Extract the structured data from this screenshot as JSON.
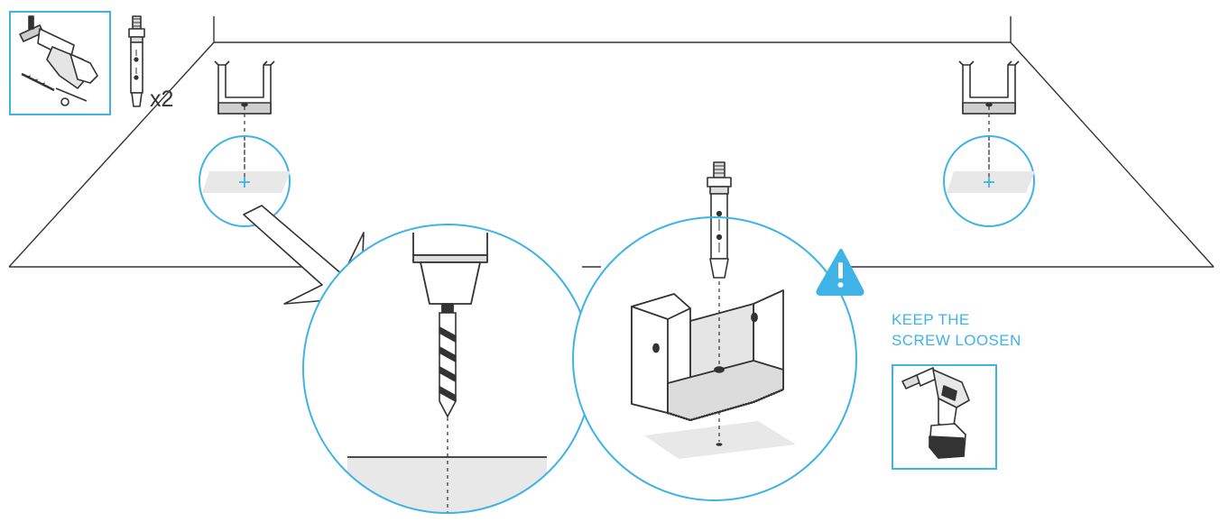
{
  "kit": {
    "anchor_quantity": "x2",
    "tools_icon": "hammer-drill-with-bit-icon",
    "anchor_icon": "expansion-anchor-bolt-icon"
  },
  "warning": {
    "icon": "warning-triangle-icon",
    "line1": "KEEP THE",
    "line2": "SCREW LOOSEN",
    "tool_icon": "cordless-drill-icon"
  },
  "colors": {
    "accent": "#3fb3e6",
    "line": "#333333",
    "floor_patch": "#e8e8e8"
  }
}
